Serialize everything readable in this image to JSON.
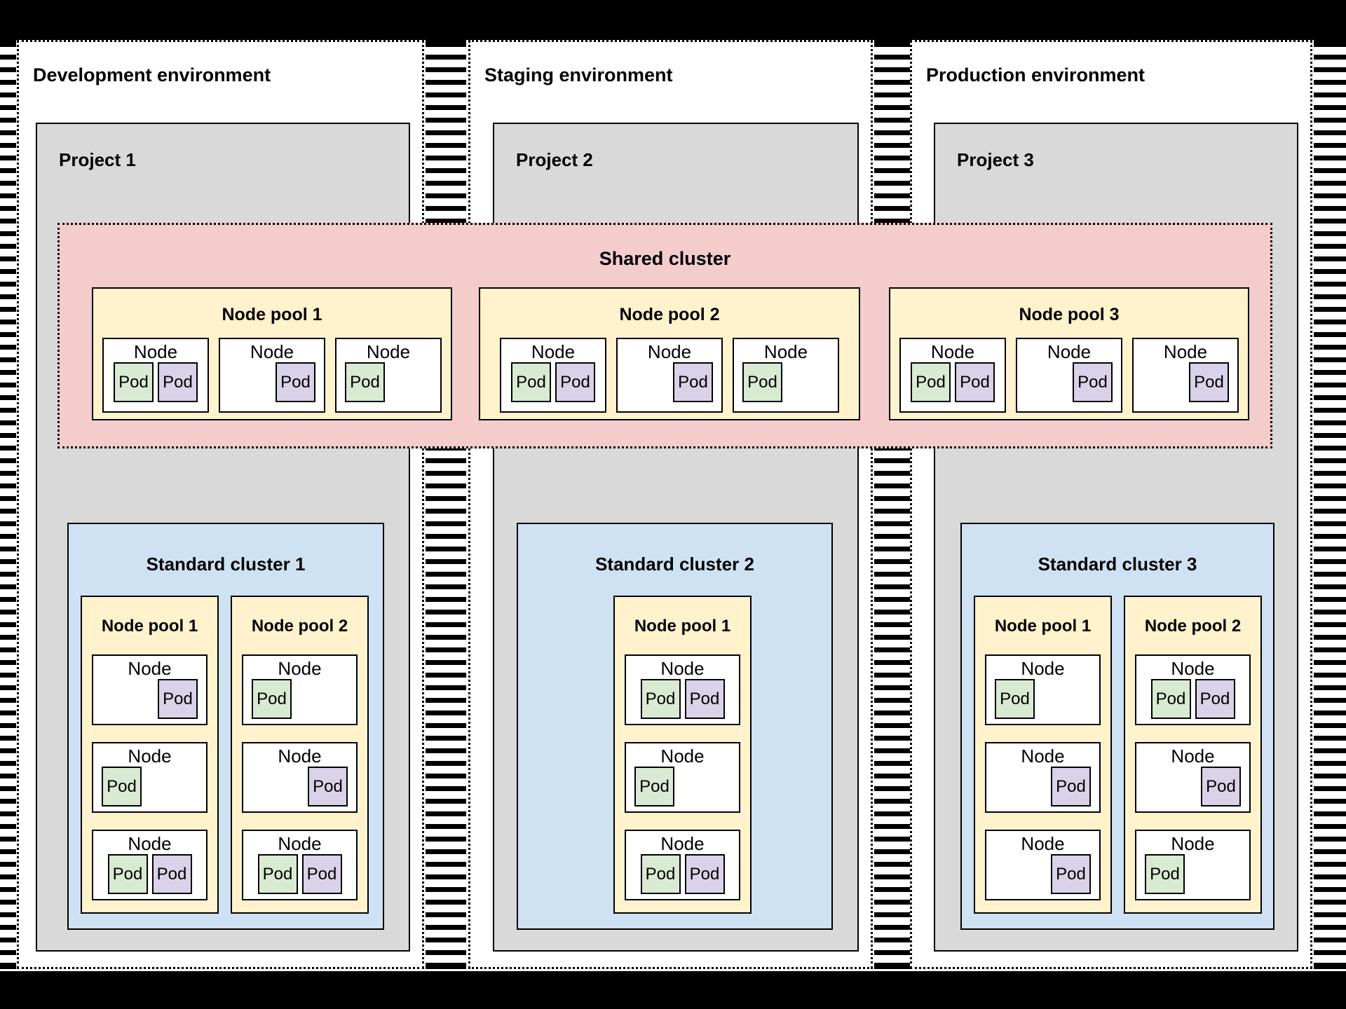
{
  "colors": {
    "frame": "#000000",
    "environment_bg": "#ffffff",
    "project_bg": "#d9d9d9",
    "shared_cluster_bg": "#f4cccc",
    "node_pool_bg": "#fff2cc",
    "standard_cluster_bg": "#cfe2f3",
    "node_bg": "#ffffff",
    "pod_green": "#d9ead3",
    "pod_purple": "#d9d2e9"
  },
  "labels": {
    "node": "Node",
    "pod": "Pod"
  },
  "environments": [
    {
      "label": "Development environment",
      "project": {
        "label": "Project 1",
        "standard_cluster": {
          "title": "Standard cluster 1",
          "node_pools": [
            {
              "title": "Node pool 1",
              "nodes": [
                {
                  "pods": [
                    "purple"
                  ],
                  "align": "right"
                },
                {
                  "pods": [
                    "green"
                  ],
                  "align": "left"
                },
                {
                  "pods": [
                    "green",
                    "purple"
                  ],
                  "align": "center"
                }
              ]
            },
            {
              "title": "Node pool 2",
              "nodes": [
                {
                  "pods": [
                    "green"
                  ],
                  "align": "left"
                },
                {
                  "pods": [
                    "purple"
                  ],
                  "align": "right"
                },
                {
                  "pods": [
                    "green",
                    "purple"
                  ],
                  "align": "center"
                }
              ]
            }
          ]
        }
      }
    },
    {
      "label": "Staging environment",
      "project": {
        "label": "Project 2",
        "standard_cluster": {
          "title": "Standard cluster 2",
          "node_pools": [
            {
              "title": "Node pool 1",
              "nodes": [
                {
                  "pods": [
                    "green",
                    "purple"
                  ],
                  "align": "center"
                },
                {
                  "pods": [
                    "green"
                  ],
                  "align": "left"
                },
                {
                  "pods": [
                    "green",
                    "purple"
                  ],
                  "align": "center"
                }
              ]
            }
          ]
        }
      }
    },
    {
      "label": "Production environment",
      "project": {
        "label": "Project 3",
        "standard_cluster": {
          "title": "Standard cluster 3",
          "node_pools": [
            {
              "title": "Node pool 1",
              "nodes": [
                {
                  "pods": [
                    "green"
                  ],
                  "align": "left"
                },
                {
                  "pods": [
                    "purple"
                  ],
                  "align": "right"
                },
                {
                  "pods": [
                    "purple"
                  ],
                  "align": "right"
                }
              ]
            },
            {
              "title": "Node pool 2",
              "nodes": [
                {
                  "pods": [
                    "green",
                    "purple"
                  ],
                  "align": "center"
                },
                {
                  "pods": [
                    "purple"
                  ],
                  "align": "right"
                },
                {
                  "pods": [
                    "green"
                  ],
                  "align": "left"
                }
              ]
            }
          ]
        }
      }
    }
  ],
  "shared_cluster": {
    "title": "Shared cluster",
    "node_pools": [
      {
        "title": "Node pool 1",
        "nodes": [
          {
            "pods": [
              "green",
              "purple"
            ],
            "align": "center"
          },
          {
            "pods": [
              "purple"
            ],
            "align": "right"
          },
          {
            "pods": [
              "green"
            ],
            "align": "left"
          }
        ]
      },
      {
        "title": "Node pool 2",
        "nodes": [
          {
            "pods": [
              "green",
              "purple"
            ],
            "align": "center"
          },
          {
            "pods": [
              "purple"
            ],
            "align": "right"
          },
          {
            "pods": [
              "green"
            ],
            "align": "left"
          }
        ]
      },
      {
        "title": "Node pool 3",
        "nodes": [
          {
            "pods": [
              "green",
              "purple"
            ],
            "align": "center"
          },
          {
            "pods": [
              "purple"
            ],
            "align": "right"
          },
          {
            "pods": [
              "purple"
            ],
            "align": "right"
          }
        ]
      }
    ]
  }
}
